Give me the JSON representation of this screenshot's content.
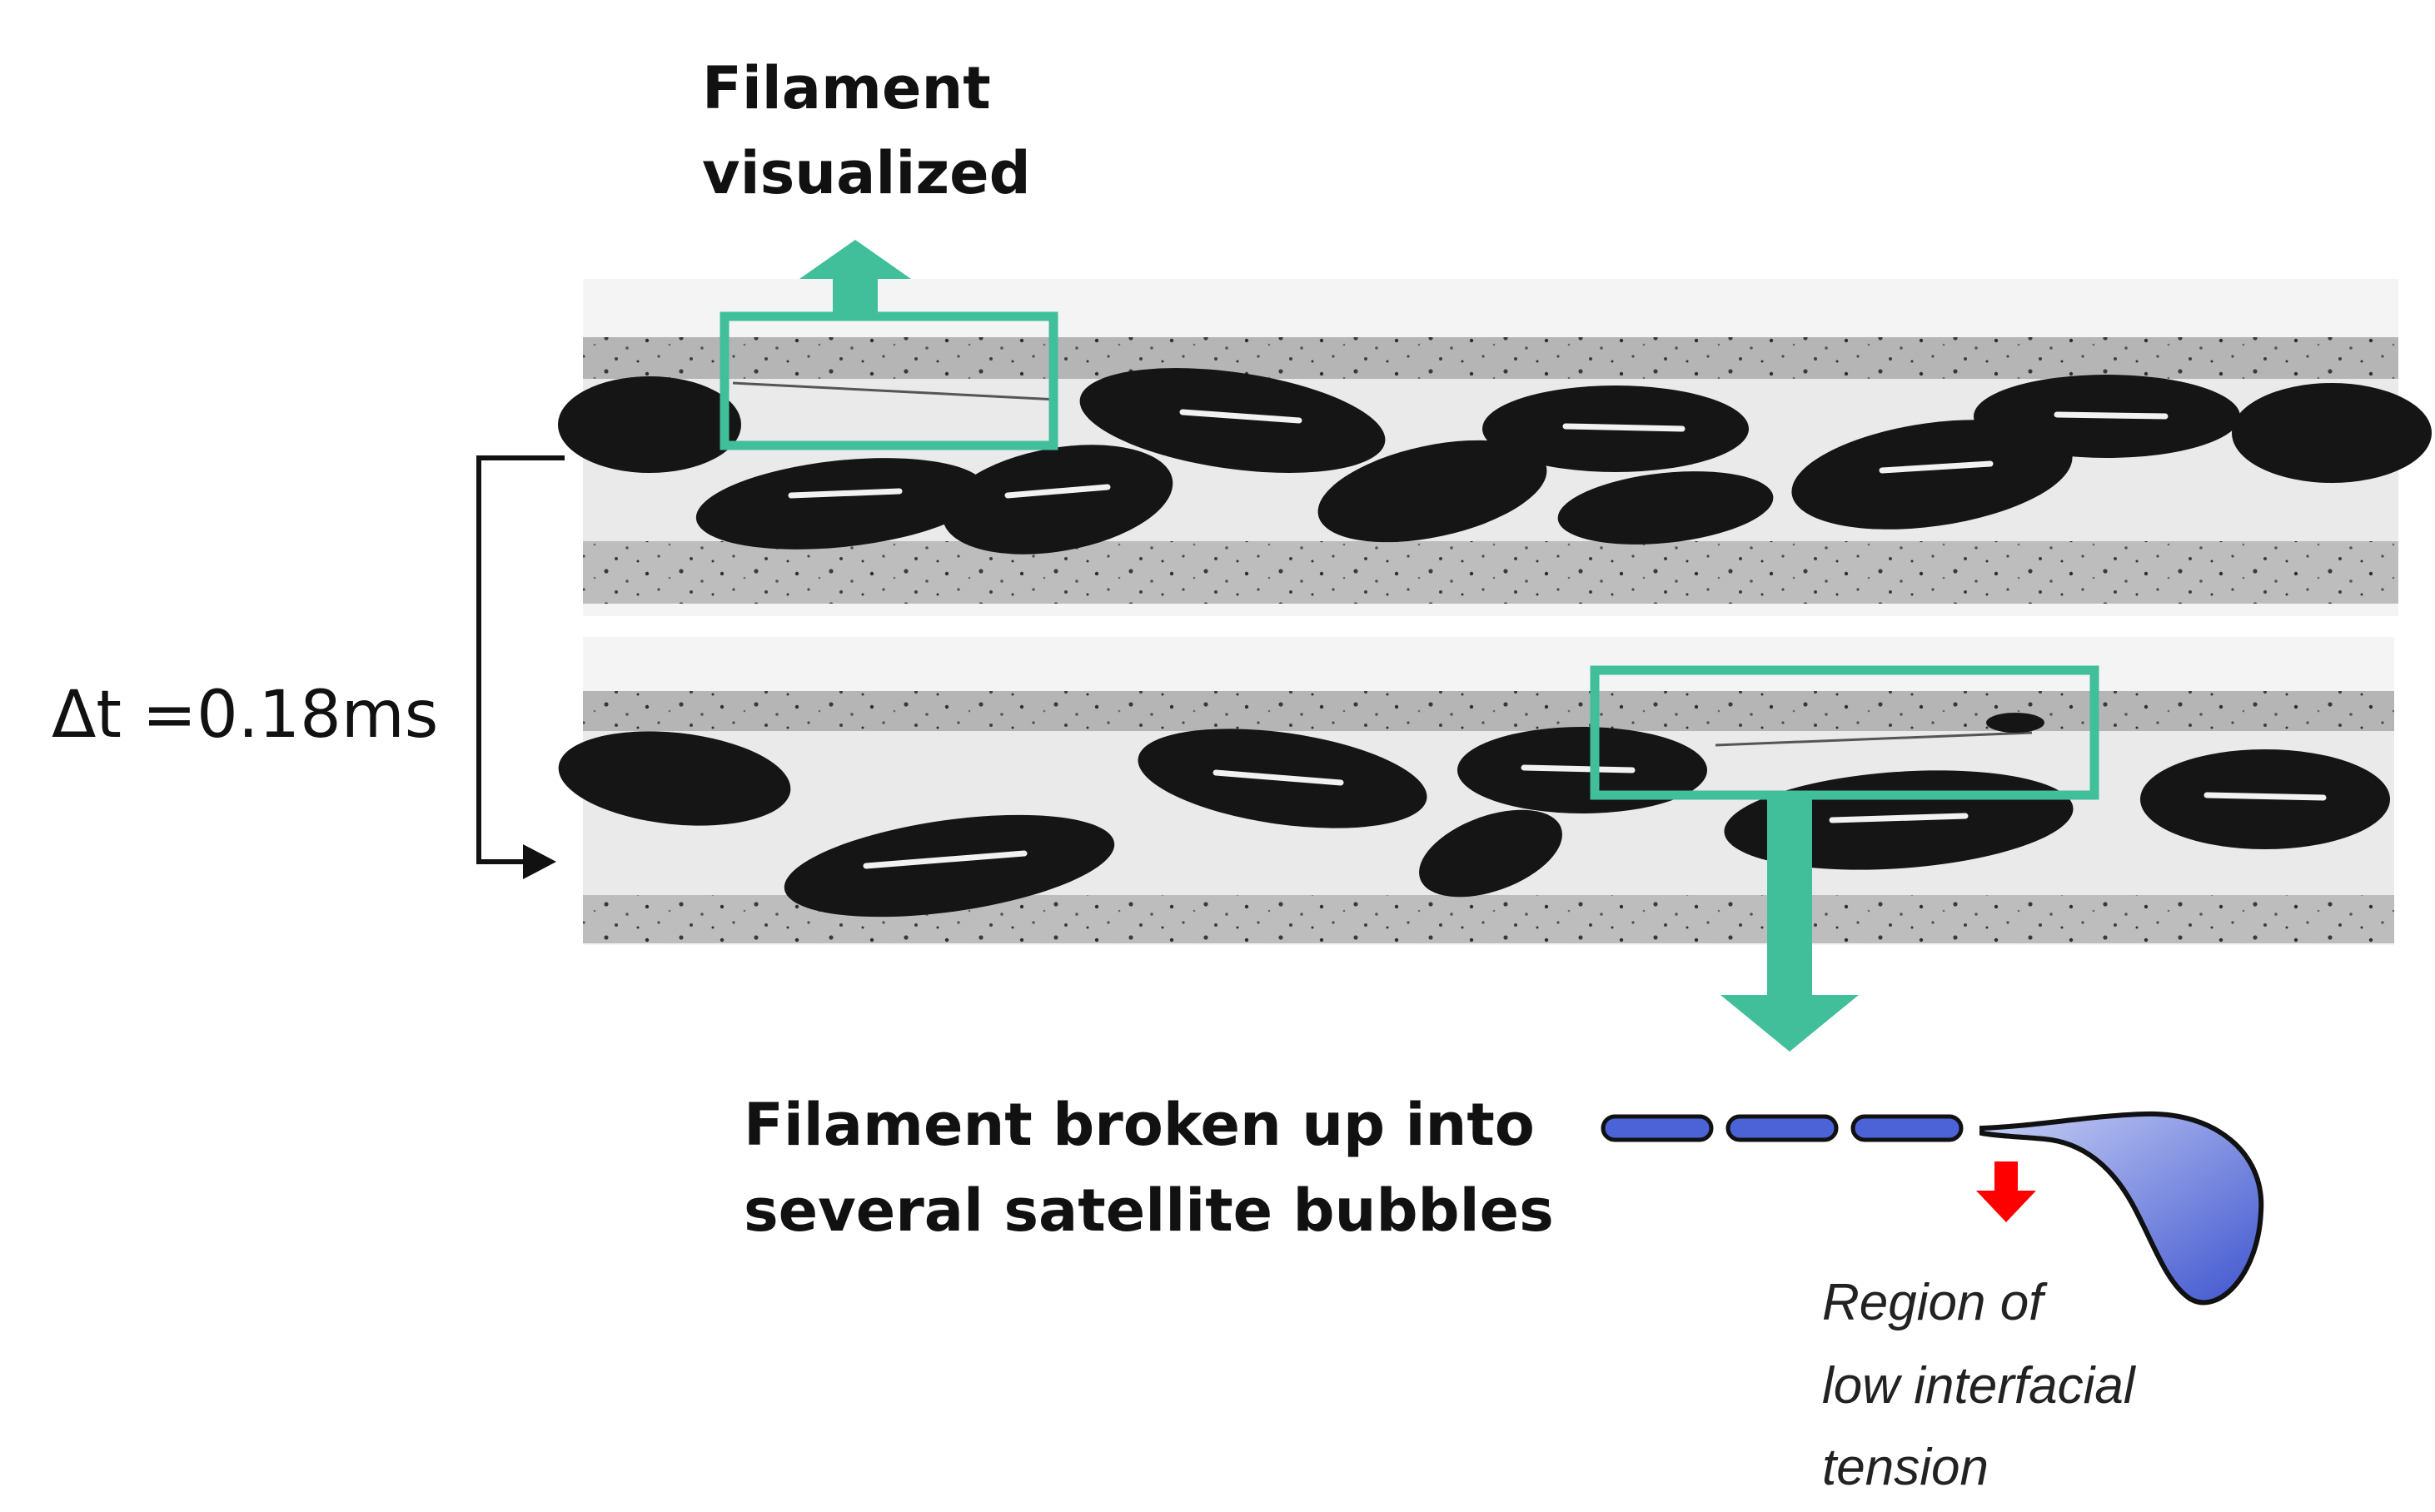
{
  "labels": {
    "top": [
      "Filament",
      "visualized"
    ],
    "delta_t": "Δt =0.18ms",
    "bottom": [
      "Filament broken up into",
      "several satellite bubbles"
    ],
    "region": [
      "Region of",
      "low interfacial",
      "tension"
    ]
  },
  "colors": {
    "highlight_box": "#40bf9a",
    "satellite_bubble": "#4b63d6",
    "region_arrow": "#ff0000",
    "channel_fluid": "#e9e9e9",
    "dark_bubble": "#151515"
  }
}
